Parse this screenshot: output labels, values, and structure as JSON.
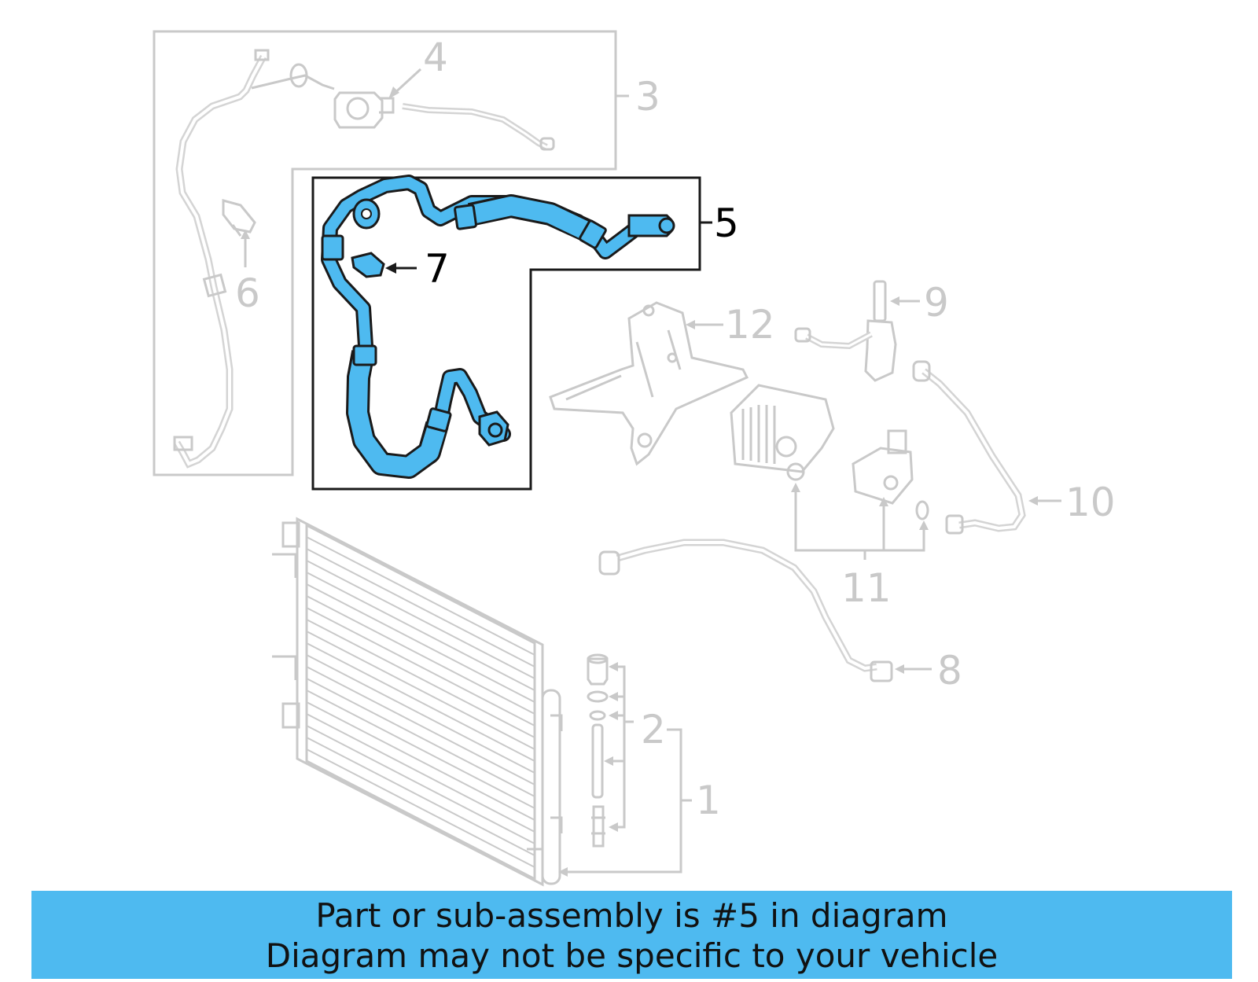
{
  "colors": {
    "highlight": "#4ebaf0",
    "muted": "#c9c9c9",
    "outline": "#1a1a1a",
    "banner_bg": "#4ebaf0"
  },
  "callouts": {
    "c1": "1",
    "c2": "2",
    "c3": "3",
    "c4": "4",
    "c5": "5",
    "c6": "6",
    "c7": "7",
    "c8": "8",
    "c9": "9",
    "c10": "10",
    "c11": "11",
    "c12": "12"
  },
  "highlighted_part": "5",
  "banner": {
    "line1": "Part or sub-assembly is #5 in diagram",
    "line2": "Diagram may not be specific to your vehicle"
  }
}
